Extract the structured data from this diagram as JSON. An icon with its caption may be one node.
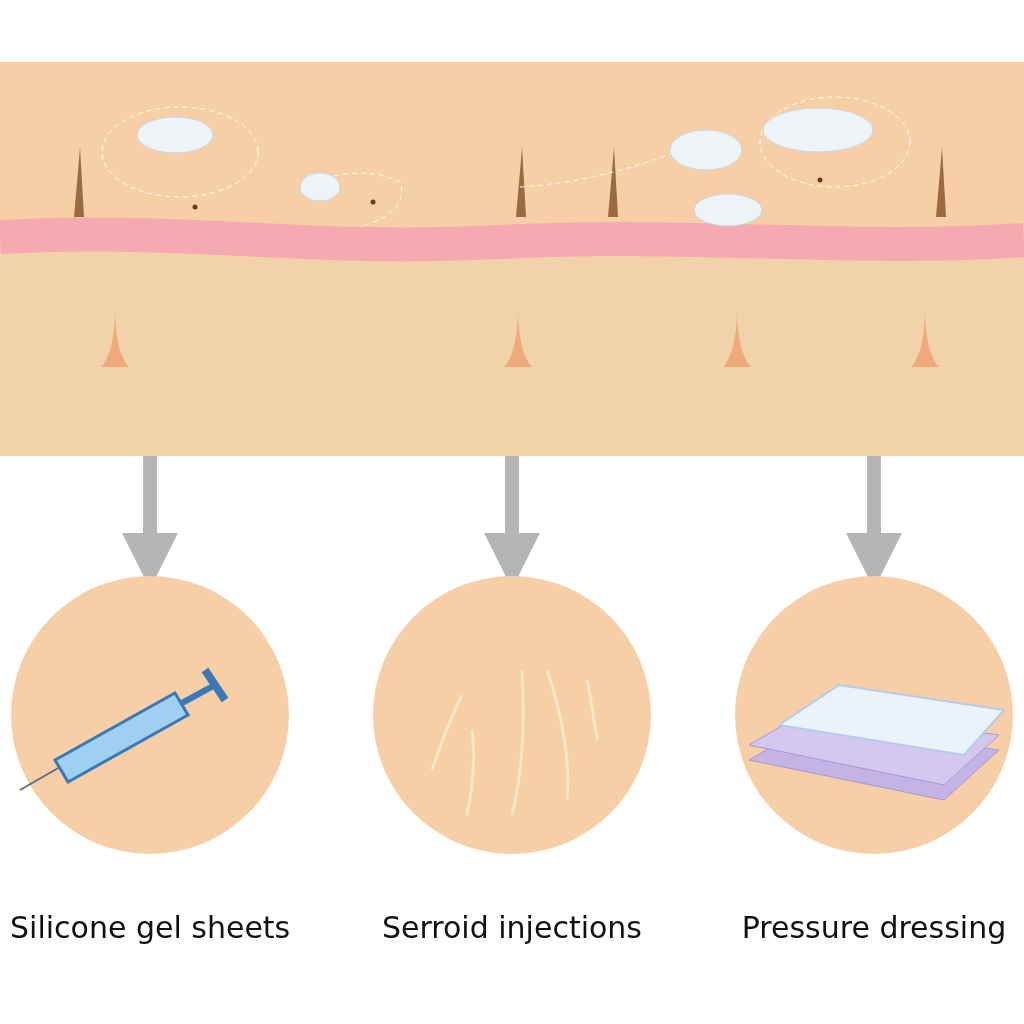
{
  "diagram": {
    "nodes": [
      {
        "text": [],
        "shape": "picture"
      },
      {
        "text": [
          "Silicone gel sheets"
        ]
      },
      {
        "text": [
          "Serroid injections"
        ]
      },
      {
        "text": [
          "Pressure dressing"
        ]
      }
    ],
    "edges": [
      {
        "from": 0,
        "to": 1,
        "arrow": "to"
      },
      {
        "from": 0,
        "to": 2,
        "arrow": "to"
      },
      {
        "from": 0,
        "to": 3,
        "arrow": "to"
      }
    ]
  }
}
